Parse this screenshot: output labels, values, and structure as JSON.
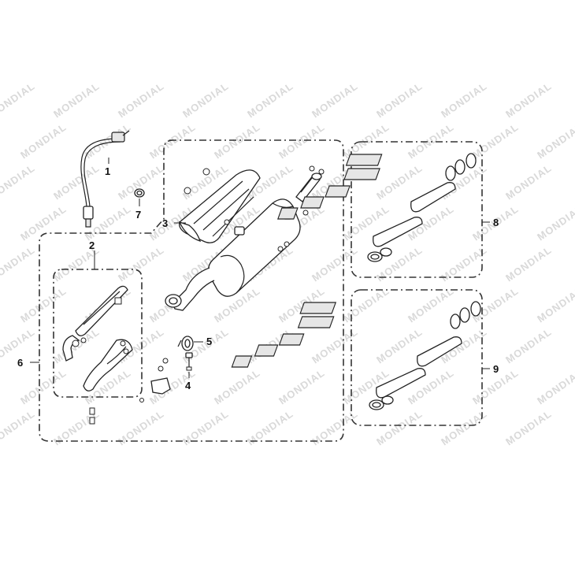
{
  "watermark": "MONDIAL",
  "callouts": {
    "c1": "1",
    "c2": "2",
    "c3": "3",
    "c4": "4",
    "c5": "5",
    "c6": "6",
    "c7": "7",
    "c8": "8",
    "c9": "9"
  },
  "colors": {
    "line": "#222222",
    "watermark": "#d9d9d9",
    "background": "#ffffff"
  }
}
